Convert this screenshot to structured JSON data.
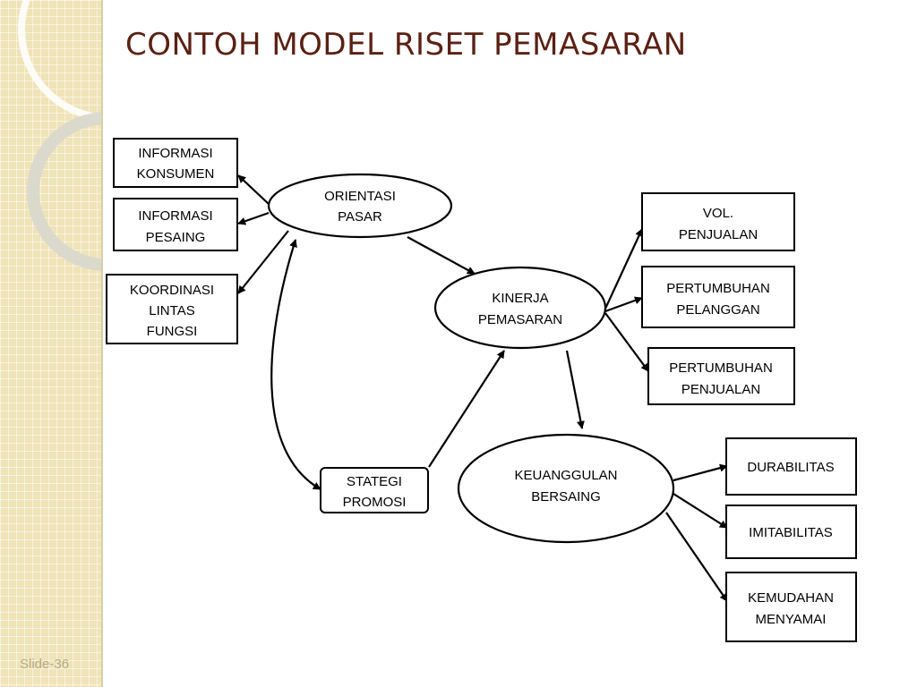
{
  "slide": {
    "title": "CONTOH MODEL RISET PEMASARAN",
    "slide_number": "Slide-36"
  },
  "diagram": {
    "nodes": {
      "informasi_konsumen": [
        "INFORMASI",
        "KONSUMEN"
      ],
      "informasi_pesaing": [
        "INFORMASI",
        "PESAING"
      ],
      "koordinasi_lintas_fungsi": [
        "KOORDINASI",
        "LINTAS",
        "FUNGSI"
      ],
      "orientasi_pasar": [
        "ORIENTASI",
        "PASAR"
      ],
      "kinerja_pemasaran": [
        "KINERJA",
        "PEMASARAN"
      ],
      "vol_penjualan": [
        "VOL.",
        "PENJUALAN"
      ],
      "pertumbuhan_pelanggan": [
        "PERTUMBUHAN",
        "PELANGGAN"
      ],
      "pertumbuhan_penjualan": [
        "PERTUMBUHAN",
        "PENJUALAN"
      ],
      "stategi_promosi": [
        "STATEGI",
        "PROMOSI"
      ],
      "keunggulan_bersaing": [
        "KEUANGGULAN",
        "BERSAING"
      ],
      "durabilitas": [
        "DURABILITAS"
      ],
      "imitabilitas": [
        "IMITABILITAS"
      ],
      "kemudahan_menyamai": [
        "KEMUDAHAN",
        "MENYAMAI"
      ]
    },
    "edges": [
      {
        "from": "orientasi_pasar",
        "to": "informasi_konsumen"
      },
      {
        "from": "orientasi_pasar",
        "to": "informasi_pesaing"
      },
      {
        "from": "orientasi_pasar",
        "to": "koordinasi_lintas_fungsi"
      },
      {
        "from": "orientasi_pasar",
        "to": "kinerja_pemasaran"
      },
      {
        "from": "orientasi_pasar",
        "to": "stategi_promosi",
        "bidirectional": true
      },
      {
        "from": "stategi_promosi",
        "to": "kinerja_pemasaran"
      },
      {
        "from": "kinerja_pemasaran",
        "to": "vol_penjualan"
      },
      {
        "from": "kinerja_pemasaran",
        "to": "pertumbuhan_pelanggan"
      },
      {
        "from": "kinerja_pemasaran",
        "to": "pertumbuhan_penjualan"
      },
      {
        "from": "kinerja_pemasaran",
        "to": "keunggulan_bersaing"
      },
      {
        "from": "keunggulan_bersaing",
        "to": "durabilitas"
      },
      {
        "from": "keunggulan_bersaing",
        "to": "imitabilitas"
      },
      {
        "from": "keunggulan_bersaing",
        "to": "kemudahan_menyamai"
      }
    ]
  }
}
